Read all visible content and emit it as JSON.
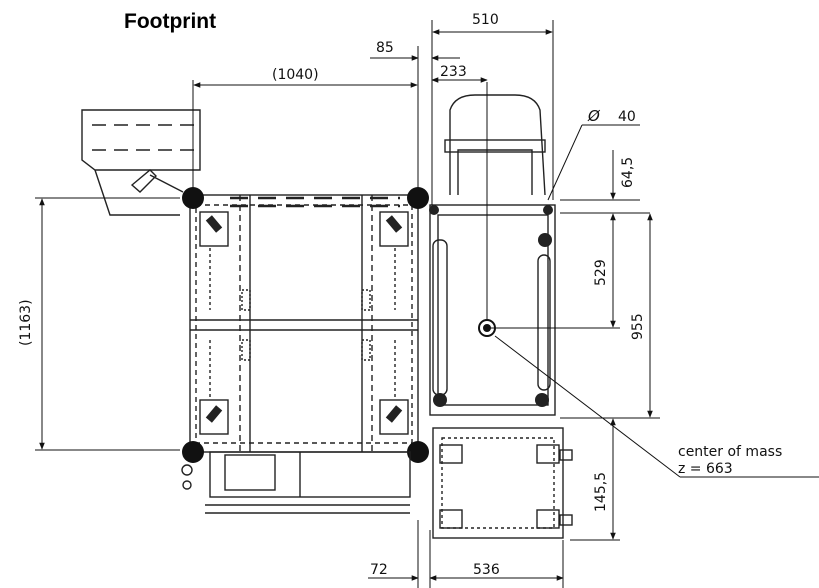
{
  "title": "Footprint",
  "dimensions": {
    "d510": "510",
    "d85": "85",
    "d233": "233",
    "d1040": "(1040)",
    "d1163": "(1163)",
    "dia40": "40",
    "dia_symbol": "Ø",
    "d64_5": "64,5",
    "d529": "529",
    "d955": "955",
    "d145_5": "145,5",
    "d72": "72",
    "d536": "536"
  },
  "center_of_mass": {
    "label": "center of mass",
    "z": "z = 663"
  }
}
